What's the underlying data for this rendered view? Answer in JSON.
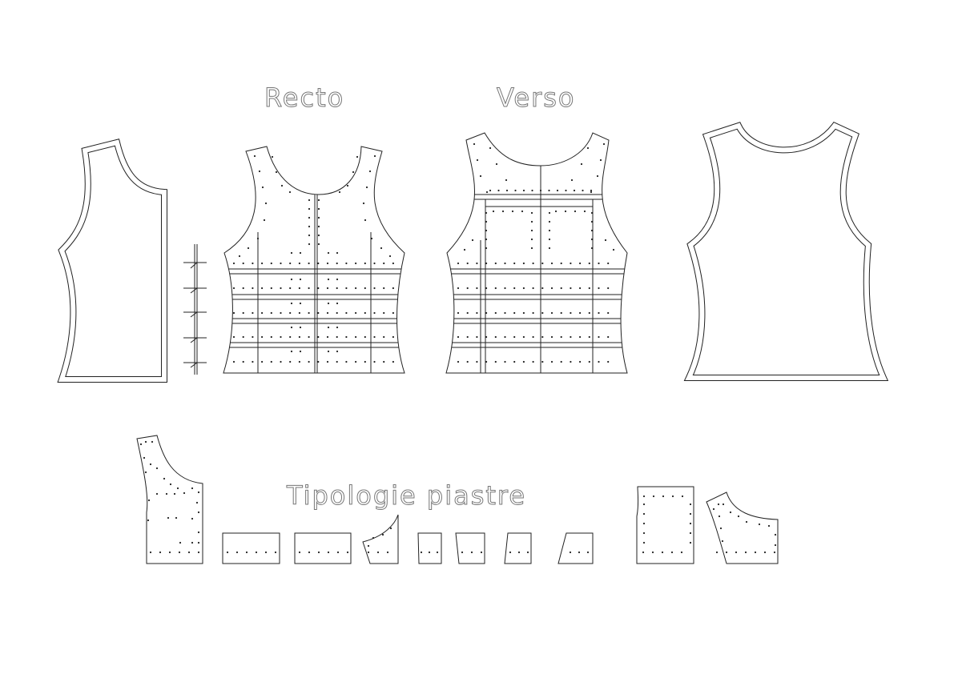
{
  "labels": {
    "recto": "Recto",
    "verso": "Verso",
    "plates_title": "Tipologie piastre"
  },
  "colors": {
    "line": "#222222",
    "text": "#777777"
  }
}
